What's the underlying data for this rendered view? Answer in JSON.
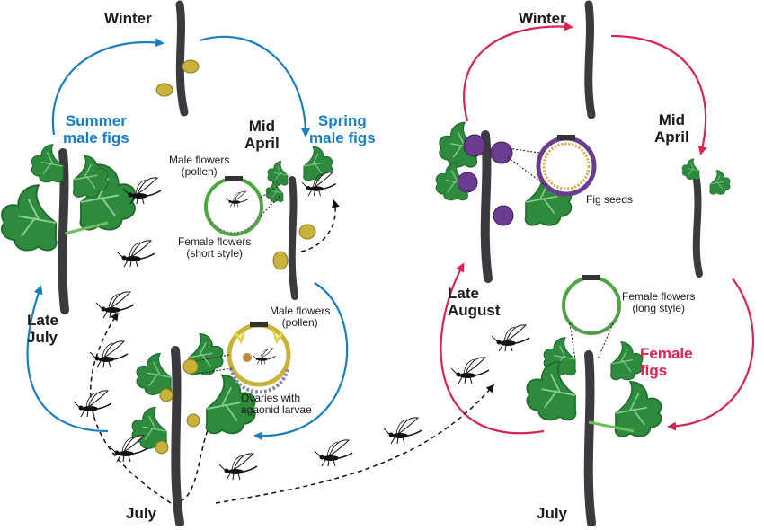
{
  "colors": {
    "blue_cycle": "#1a7fc0",
    "red_cycle": "#d9244f",
    "branch": "#3d3a3f",
    "leaf": "#2e8b3e",
    "leaf_dark": "#1f6b2d",
    "fig_yellow": "#c9b23a",
    "fig_purple": "#6a3d8f",
    "wasp": "#111111"
  },
  "icons": [
    "fig-branch-icon",
    "fig-leaf-icon",
    "fig-fruit-icon",
    "fig-wasp-icon",
    "fig-cross-section-icon"
  ],
  "male_cycle": {
    "winter": "Winter",
    "mid_april": "Mid\nApril",
    "spring_male_figs": "Spring\nmale figs",
    "summer_male_figs": "Summer\nmale figs",
    "late_july": "Late\nJuly",
    "july": "July",
    "spring_section": {
      "male_flowers": "Male flowers\n(pollen)",
      "female_flowers": "Female flowers\n(short style)"
    },
    "summer_section": {
      "male_flowers": "Male flowers\n(pollen)",
      "ovaries": "Ovaries with\nagaonid larvae"
    }
  },
  "female_cycle": {
    "winter": "Winter",
    "mid_april": "Mid\nApril",
    "late_august": "Late\nAugust",
    "female_figs": "Female\nfigs",
    "july": "July",
    "fig_seeds": "Fig seeds",
    "female_flowers": "Female flowers\n(long style)"
  }
}
